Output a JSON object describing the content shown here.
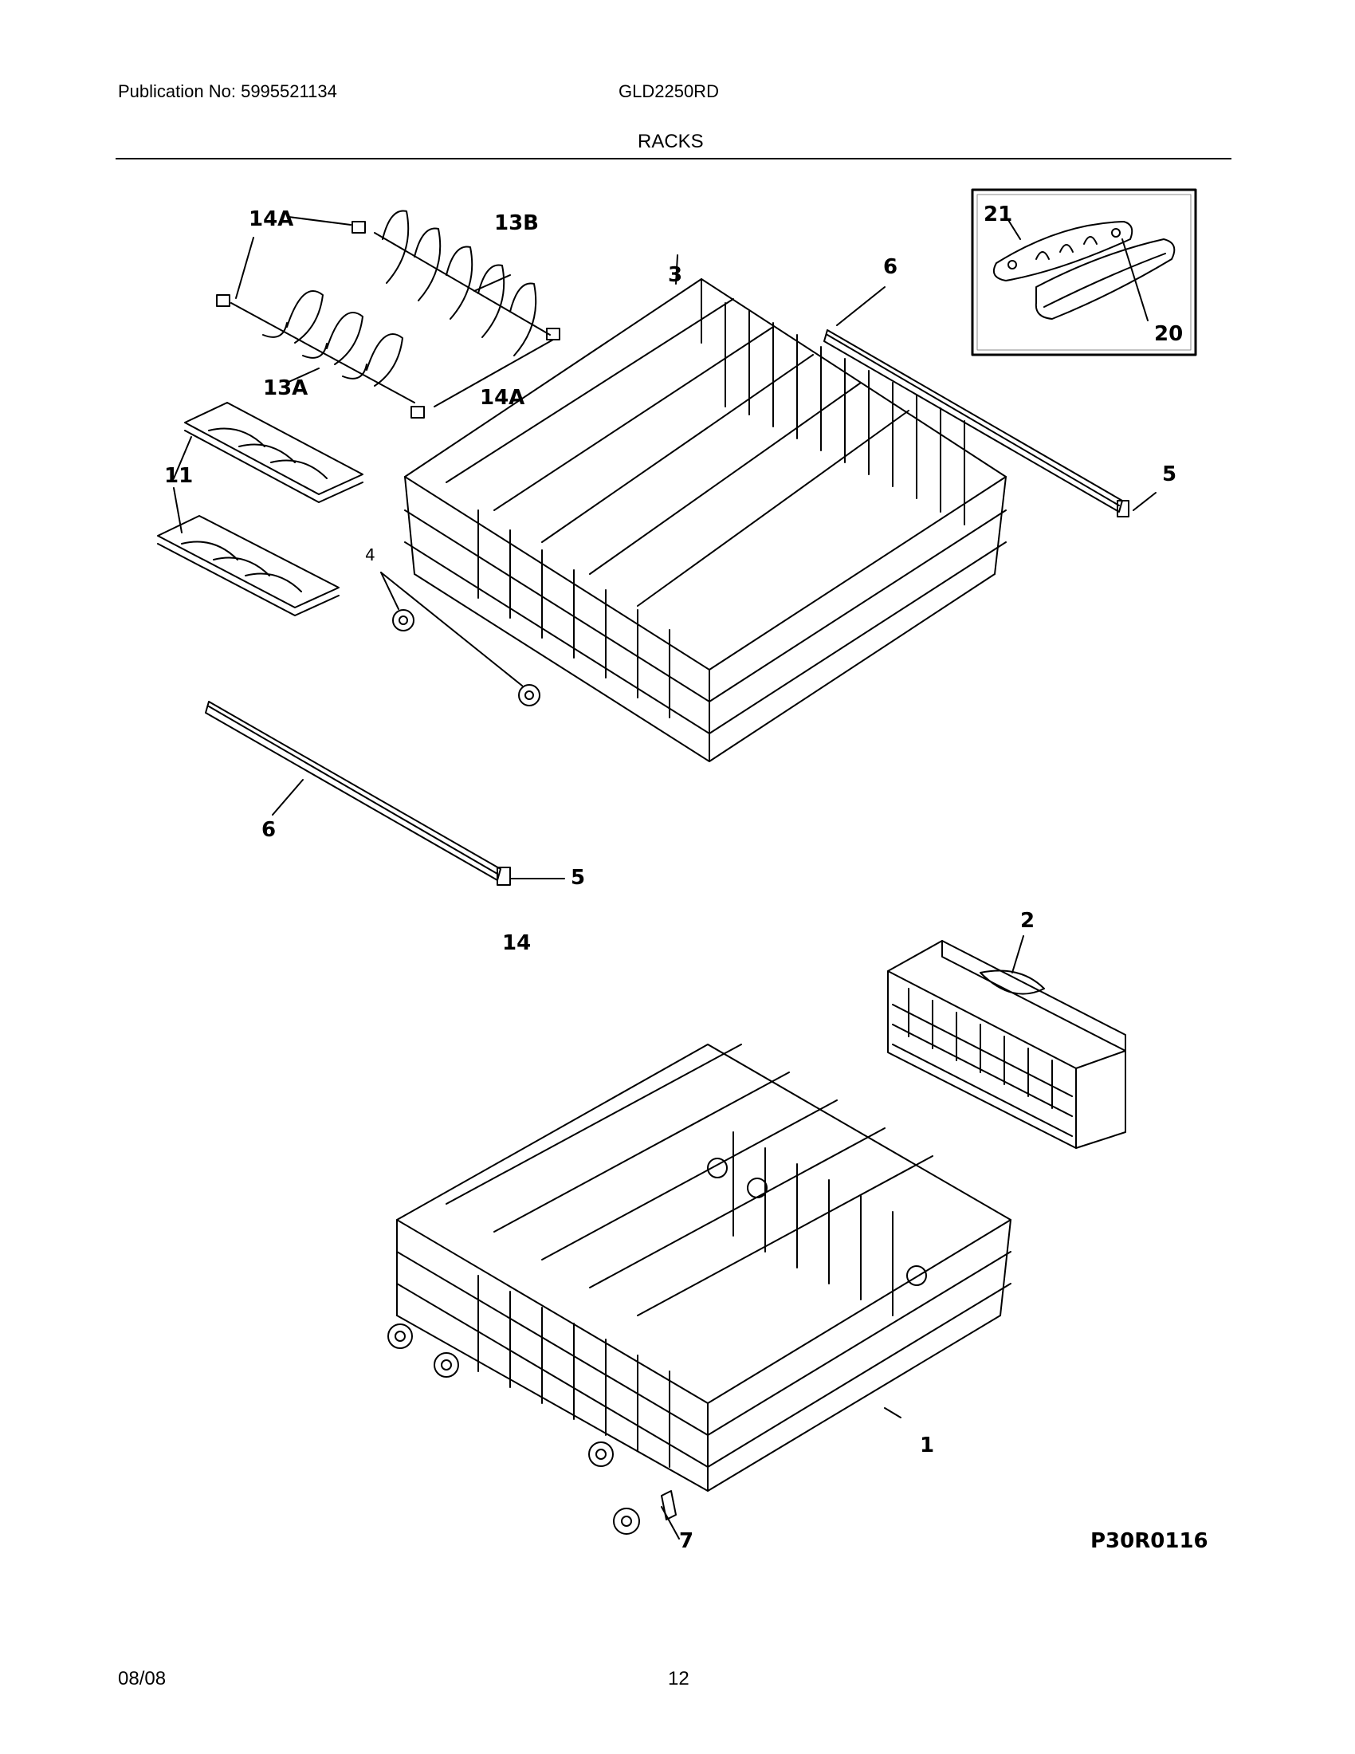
{
  "header": {
    "publication": "Publication No: 5995521134",
    "model": "GLD2250RD",
    "section": "RACKS"
  },
  "callouts": {
    "c14A_top": "14A",
    "c13B": "13B",
    "c3": "3",
    "c6_top": "6",
    "c21": "21",
    "c20": "20",
    "c13A": "13A",
    "c14A_bottom": "14A",
    "c11": "11",
    "c5_right": "5",
    "c4": "4",
    "c6_bottom": "6",
    "c5_bottom": "5",
    "c14": "14",
    "c2": "2",
    "c1": "1",
    "c7": "7"
  },
  "diagram_code": "P30R0116",
  "footer": {
    "date": "08/08",
    "page": "12"
  }
}
